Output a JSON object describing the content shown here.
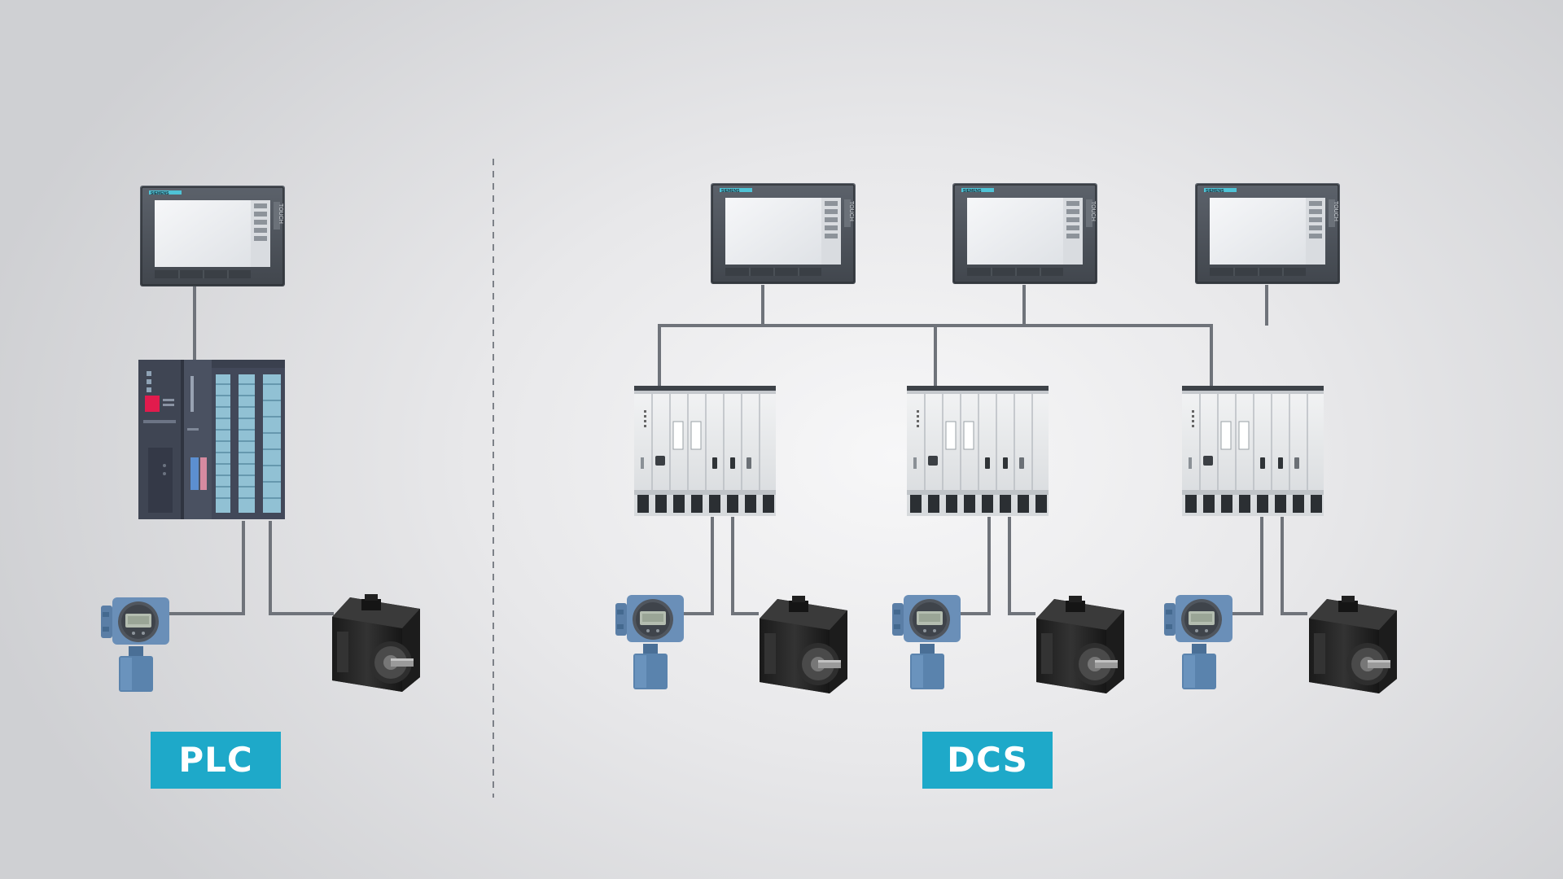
{
  "brand": "SIEMENS",
  "panel_side_text": "TOUCH",
  "labels": {
    "plc": "PLC",
    "dcs": "DCS"
  },
  "colors": {
    "label_bg": "#1ea9c9",
    "wire": "#6f737a",
    "panel_frame": "#50565e",
    "screen": "#eef0f3",
    "plc_body": "#4a5060",
    "rack_body": "#e6e8ea",
    "transmitter": "#5a83ad",
    "motor": "#222222"
  },
  "icons": [
    "hmi-panel-icon",
    "plc-rack-icon",
    "io-rack-icon",
    "transmitter-icon",
    "servo-motor-icon"
  ]
}
